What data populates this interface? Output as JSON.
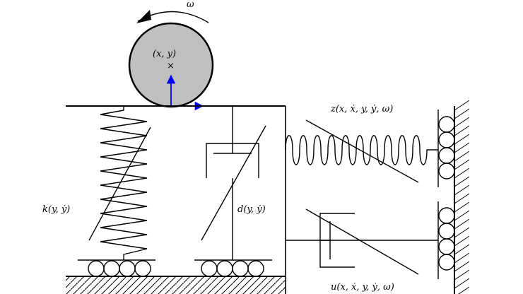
{
  "diagram": {
    "labels": {
      "omega": "ω",
      "center": "(x, y)",
      "center_mark": "×",
      "spring_k": "k(y, ẏ)",
      "damper_d": "d(y, ẏ)",
      "spring_z": "z(x, ẋ, y, ẏ, ω)",
      "damper_u": "u(x, ẋ, y, ẏ, ω)"
    },
    "colors": {
      "wheel_fill": "#c0c0c0",
      "vector": "#0000ff",
      "line": "#000000"
    }
  }
}
